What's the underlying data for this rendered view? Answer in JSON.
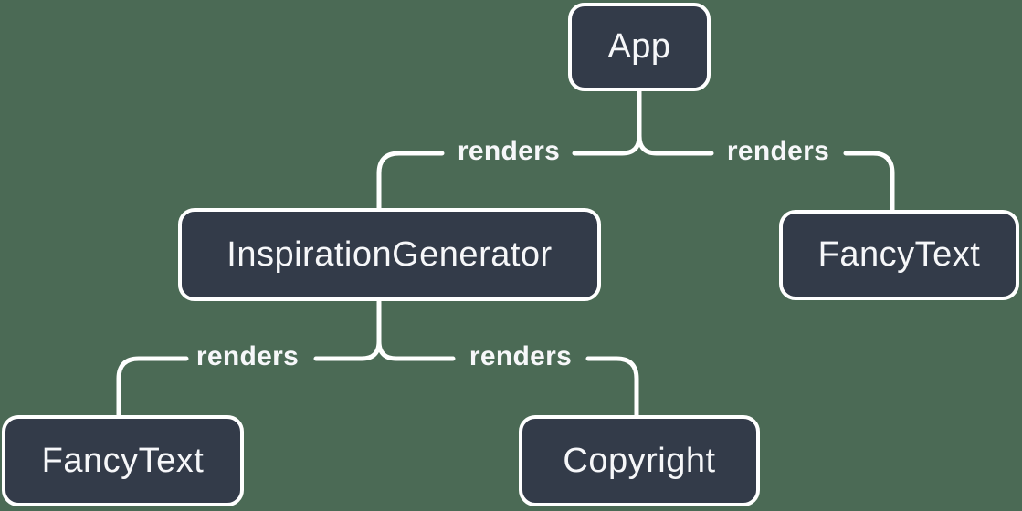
{
  "colors": {
    "background": "#4b6a55",
    "node_fill": "#333b49",
    "node_border": "#ffffff",
    "line": "#ffffff",
    "text": "#f6f7f9"
  },
  "diagram": {
    "type": "component-render-tree",
    "nodes": [
      {
        "id": "app",
        "label": "App"
      },
      {
        "id": "inspiration-generator",
        "label": "InspirationGenerator"
      },
      {
        "id": "fancy-text-top",
        "label": "FancyText"
      },
      {
        "id": "fancy-text-bottom",
        "label": "FancyText"
      },
      {
        "id": "copyright",
        "label": "Copyright"
      }
    ],
    "edges": [
      {
        "from": "App",
        "to": "InspirationGenerator",
        "label": "renders"
      },
      {
        "from": "App",
        "to": "FancyText",
        "label": "renders"
      },
      {
        "from": "InspirationGenerator",
        "to": "FancyText",
        "label": "renders"
      },
      {
        "from": "InspirationGenerator",
        "to": "Copyright",
        "label": "renders"
      }
    ]
  }
}
